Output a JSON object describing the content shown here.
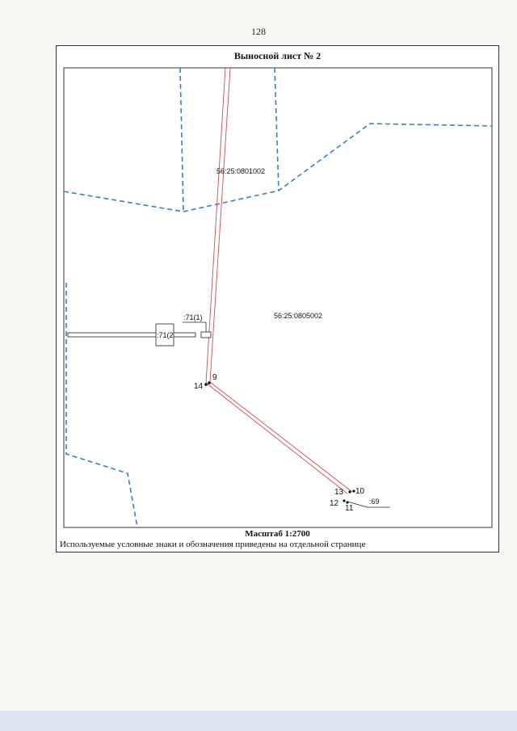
{
  "page": {
    "number": "128"
  },
  "sheet": {
    "title": "Выносной лист № 2",
    "scale": "Масштаб 1:2700",
    "legend_note": "Используемые условные знаки и обозначения приведены на отдельной странице"
  },
  "map": {
    "cadastral_blocks": [
      "56:25:0801002",
      "56:25:0805002"
    ],
    "parcels": [
      ":71(1)",
      ":71(2",
      ":69"
    ],
    "points": [
      "9",
      "14",
      "13",
      "10",
      "12",
      "11"
    ],
    "colors": {
      "route": "#d94a4a",
      "boundary": "#3a7fc8",
      "frame": "#333333"
    }
  }
}
